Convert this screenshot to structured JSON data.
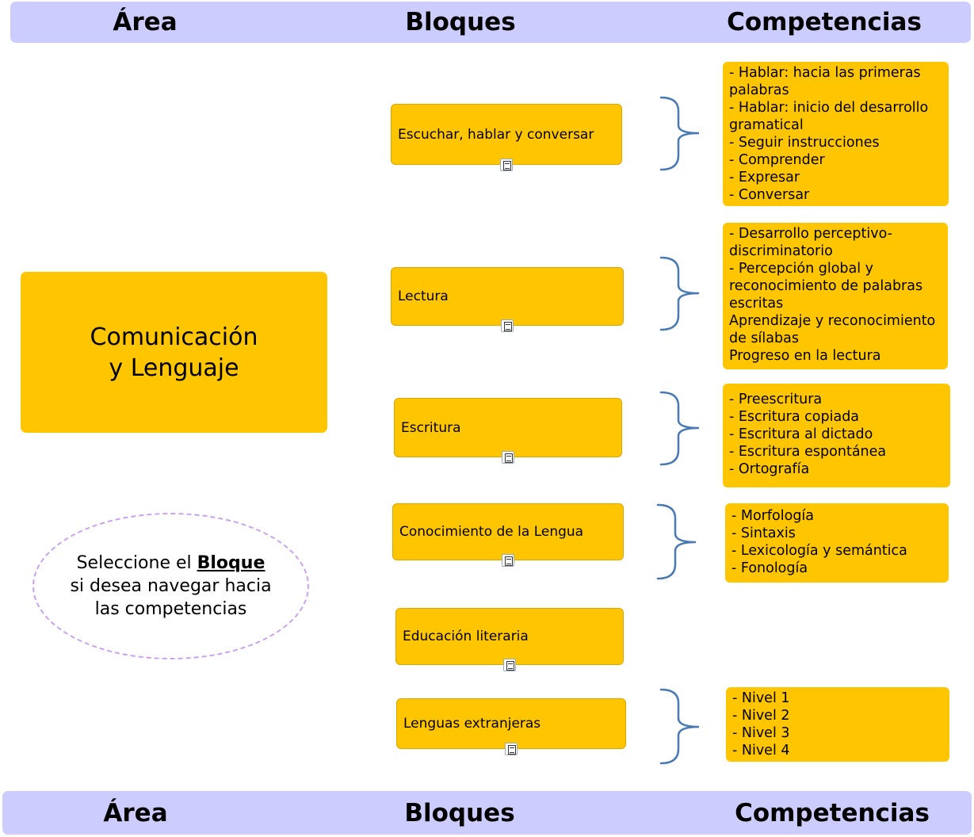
{
  "header": {
    "area": "Área",
    "bloques": "Bloques",
    "competencias": "Competencias"
  },
  "footer": {
    "area": "Área",
    "bloques": "Bloques",
    "competencias": "Competencias"
  },
  "area_box": {
    "line1": "Comunicación",
    "line2": "y Lenguaje"
  },
  "blocks": [
    {
      "label": "Escuchar, hablar y conversar"
    },
    {
      "label": "Lectura"
    },
    {
      "label": "Escritura"
    },
    {
      "label": "Conocimiento de la Lengua"
    },
    {
      "label": "Educación literaria"
    },
    {
      "label": "Lenguas extranjeras"
    }
  ],
  "competencias": [
    {
      "lines": [
        "- Hablar: hacia las primeras",
        "palabras",
        "- Hablar: inicio del desarrollo",
        "gramatical",
        "- Seguir instrucciones",
        "- Comprender",
        "- Expresar",
        "- Conversar"
      ]
    },
    {
      "lines": [
        "- Desarrollo perceptivo-",
        "discriminatorio",
        "- Percepción global y",
        "reconocimiento de palabras",
        "escritas",
        "Aprendizaje y reconocimiento",
        "de sílabas",
        "Progreso en la lectura"
      ]
    },
    {
      "lines": [
        "- Preescritura",
        "- Escritura copiada",
        "- Escritura al dictado",
        "- Escritura espontánea",
        "- Ortografía"
      ]
    },
    {
      "lines": [
        "- Morfología",
        "- Sintaxis",
        "- Lexicología y semántica",
        "- Fonología"
      ]
    },
    {
      "lines": [
        "- Nivel 1",
        "- Nivel 2",
        "- Nivel 3",
        "- Nivel 4"
      ]
    }
  ],
  "note": {
    "before": "Seleccione el",
    "bold": "Bloque",
    "after_line1": "si desea navegar hacia",
    "after_line2": "las competencias"
  },
  "colors": {
    "box_fill": "#ffc600",
    "header_fill": "#ccccff",
    "brace": "#4a7ab4",
    "oval_border": "#c9a0f0"
  }
}
